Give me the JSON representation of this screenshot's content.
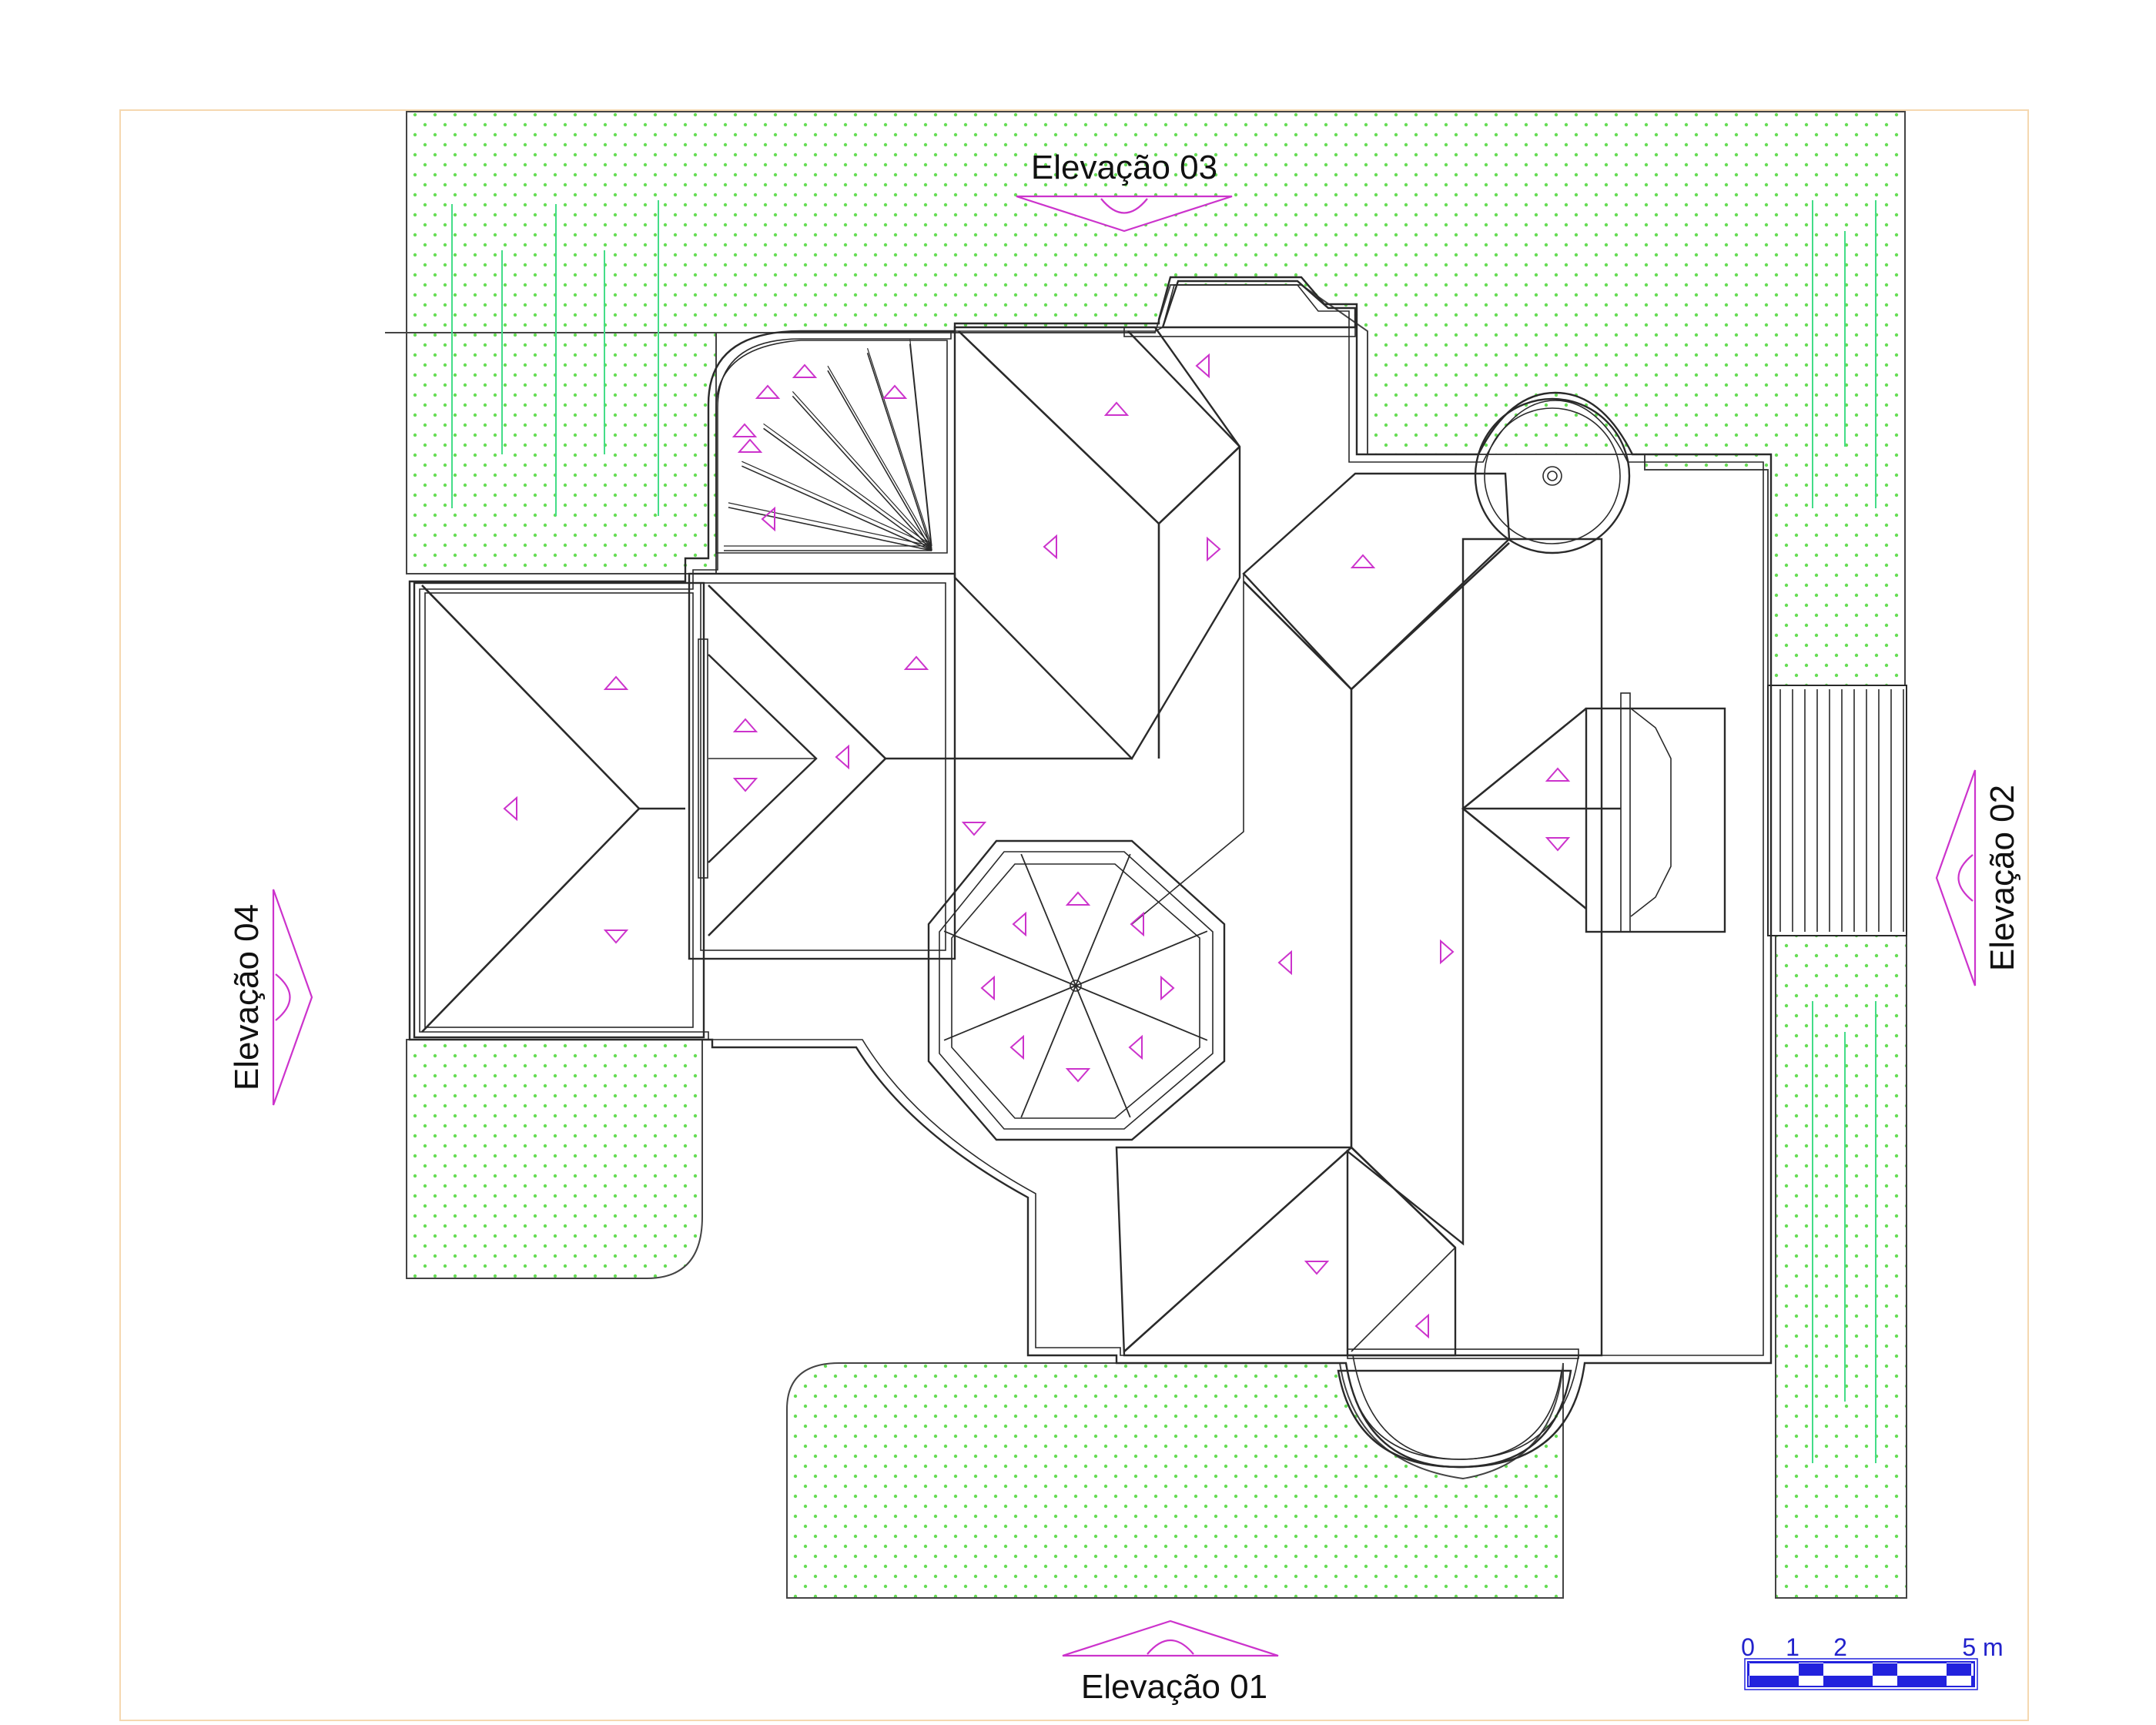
{
  "elevations": {
    "e01": "Elevação 01",
    "e02": "Elevação 02",
    "e03": "Elevação 03",
    "e04": "Elevação 04"
  },
  "scale_bar": {
    "ticks": [
      "0",
      "1",
      "2",
      "5 m"
    ],
    "color_fill": "#2222dd"
  },
  "colors": {
    "garden_dot": "#66dd55",
    "marker": "#cc33cc",
    "border": "#f5d8b0",
    "outline": "#2a2a2a"
  }
}
